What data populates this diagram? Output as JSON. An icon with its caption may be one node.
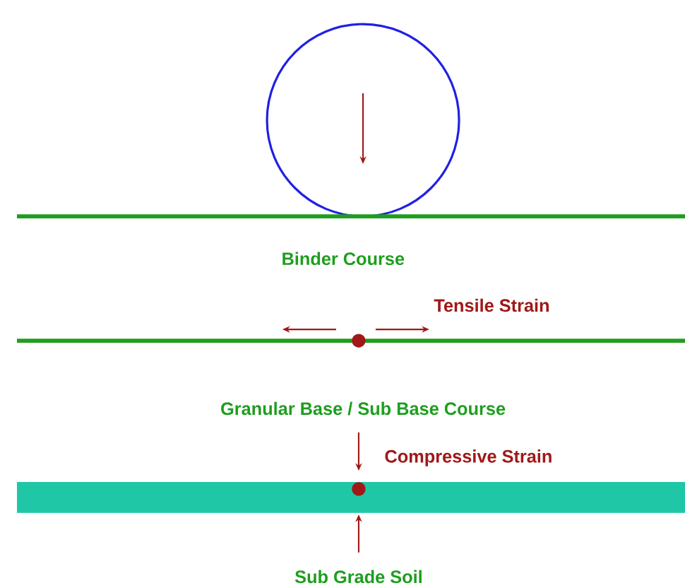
{
  "diagram": {
    "labels": [
      "Binder Course",
      "Tensile Strain",
      "Granular Base / Sub Base Course",
      "Compressive Strain",
      "Sub Grade Soil"
    ]
  }
}
